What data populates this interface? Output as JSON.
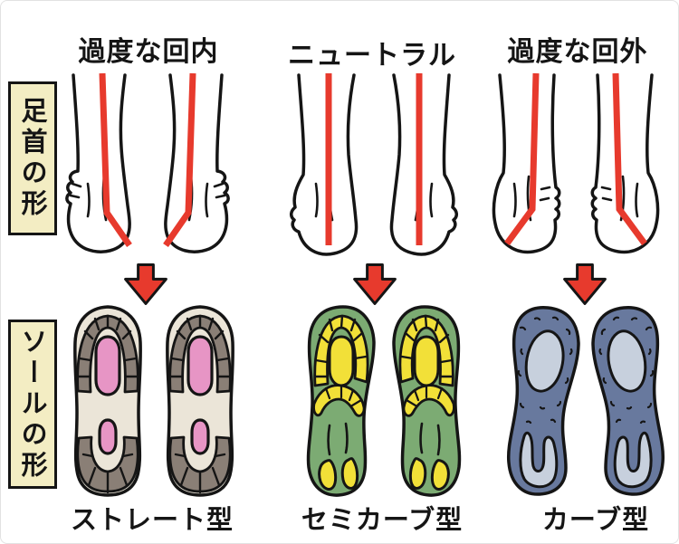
{
  "colors": {
    "accent_red": "#e73a2d",
    "ink": "#151515",
    "label_box_bg": "#f3edc3",
    "straight_base": "#ebe5d8",
    "straight_tread": "#8a7f76",
    "straight_accent": "#e795c5",
    "semicurve_base": "#7cab73",
    "semicurve_accent": "#f2e038",
    "curve_base": "#68799e",
    "curve_accent": "#c7d0dd"
  },
  "row_labels": {
    "ankle": "足首の形",
    "sole": "ソールの形"
  },
  "columns": [
    {
      "ankle_label": "過度な回内",
      "sole_label": "ストレート型",
      "ankle_type": "overpronation",
      "sole_type": "straight"
    },
    {
      "ankle_label": "ニュートラル",
      "sole_label": "セミカーブ型",
      "ankle_type": "neutral",
      "sole_type": "semi-curve"
    },
    {
      "ankle_label": "過度な回外",
      "sole_label": "カーブ型",
      "ankle_type": "oversupination",
      "sole_type": "curve"
    }
  ],
  "icons": {
    "down_arrow": "red-down-arrow"
  }
}
